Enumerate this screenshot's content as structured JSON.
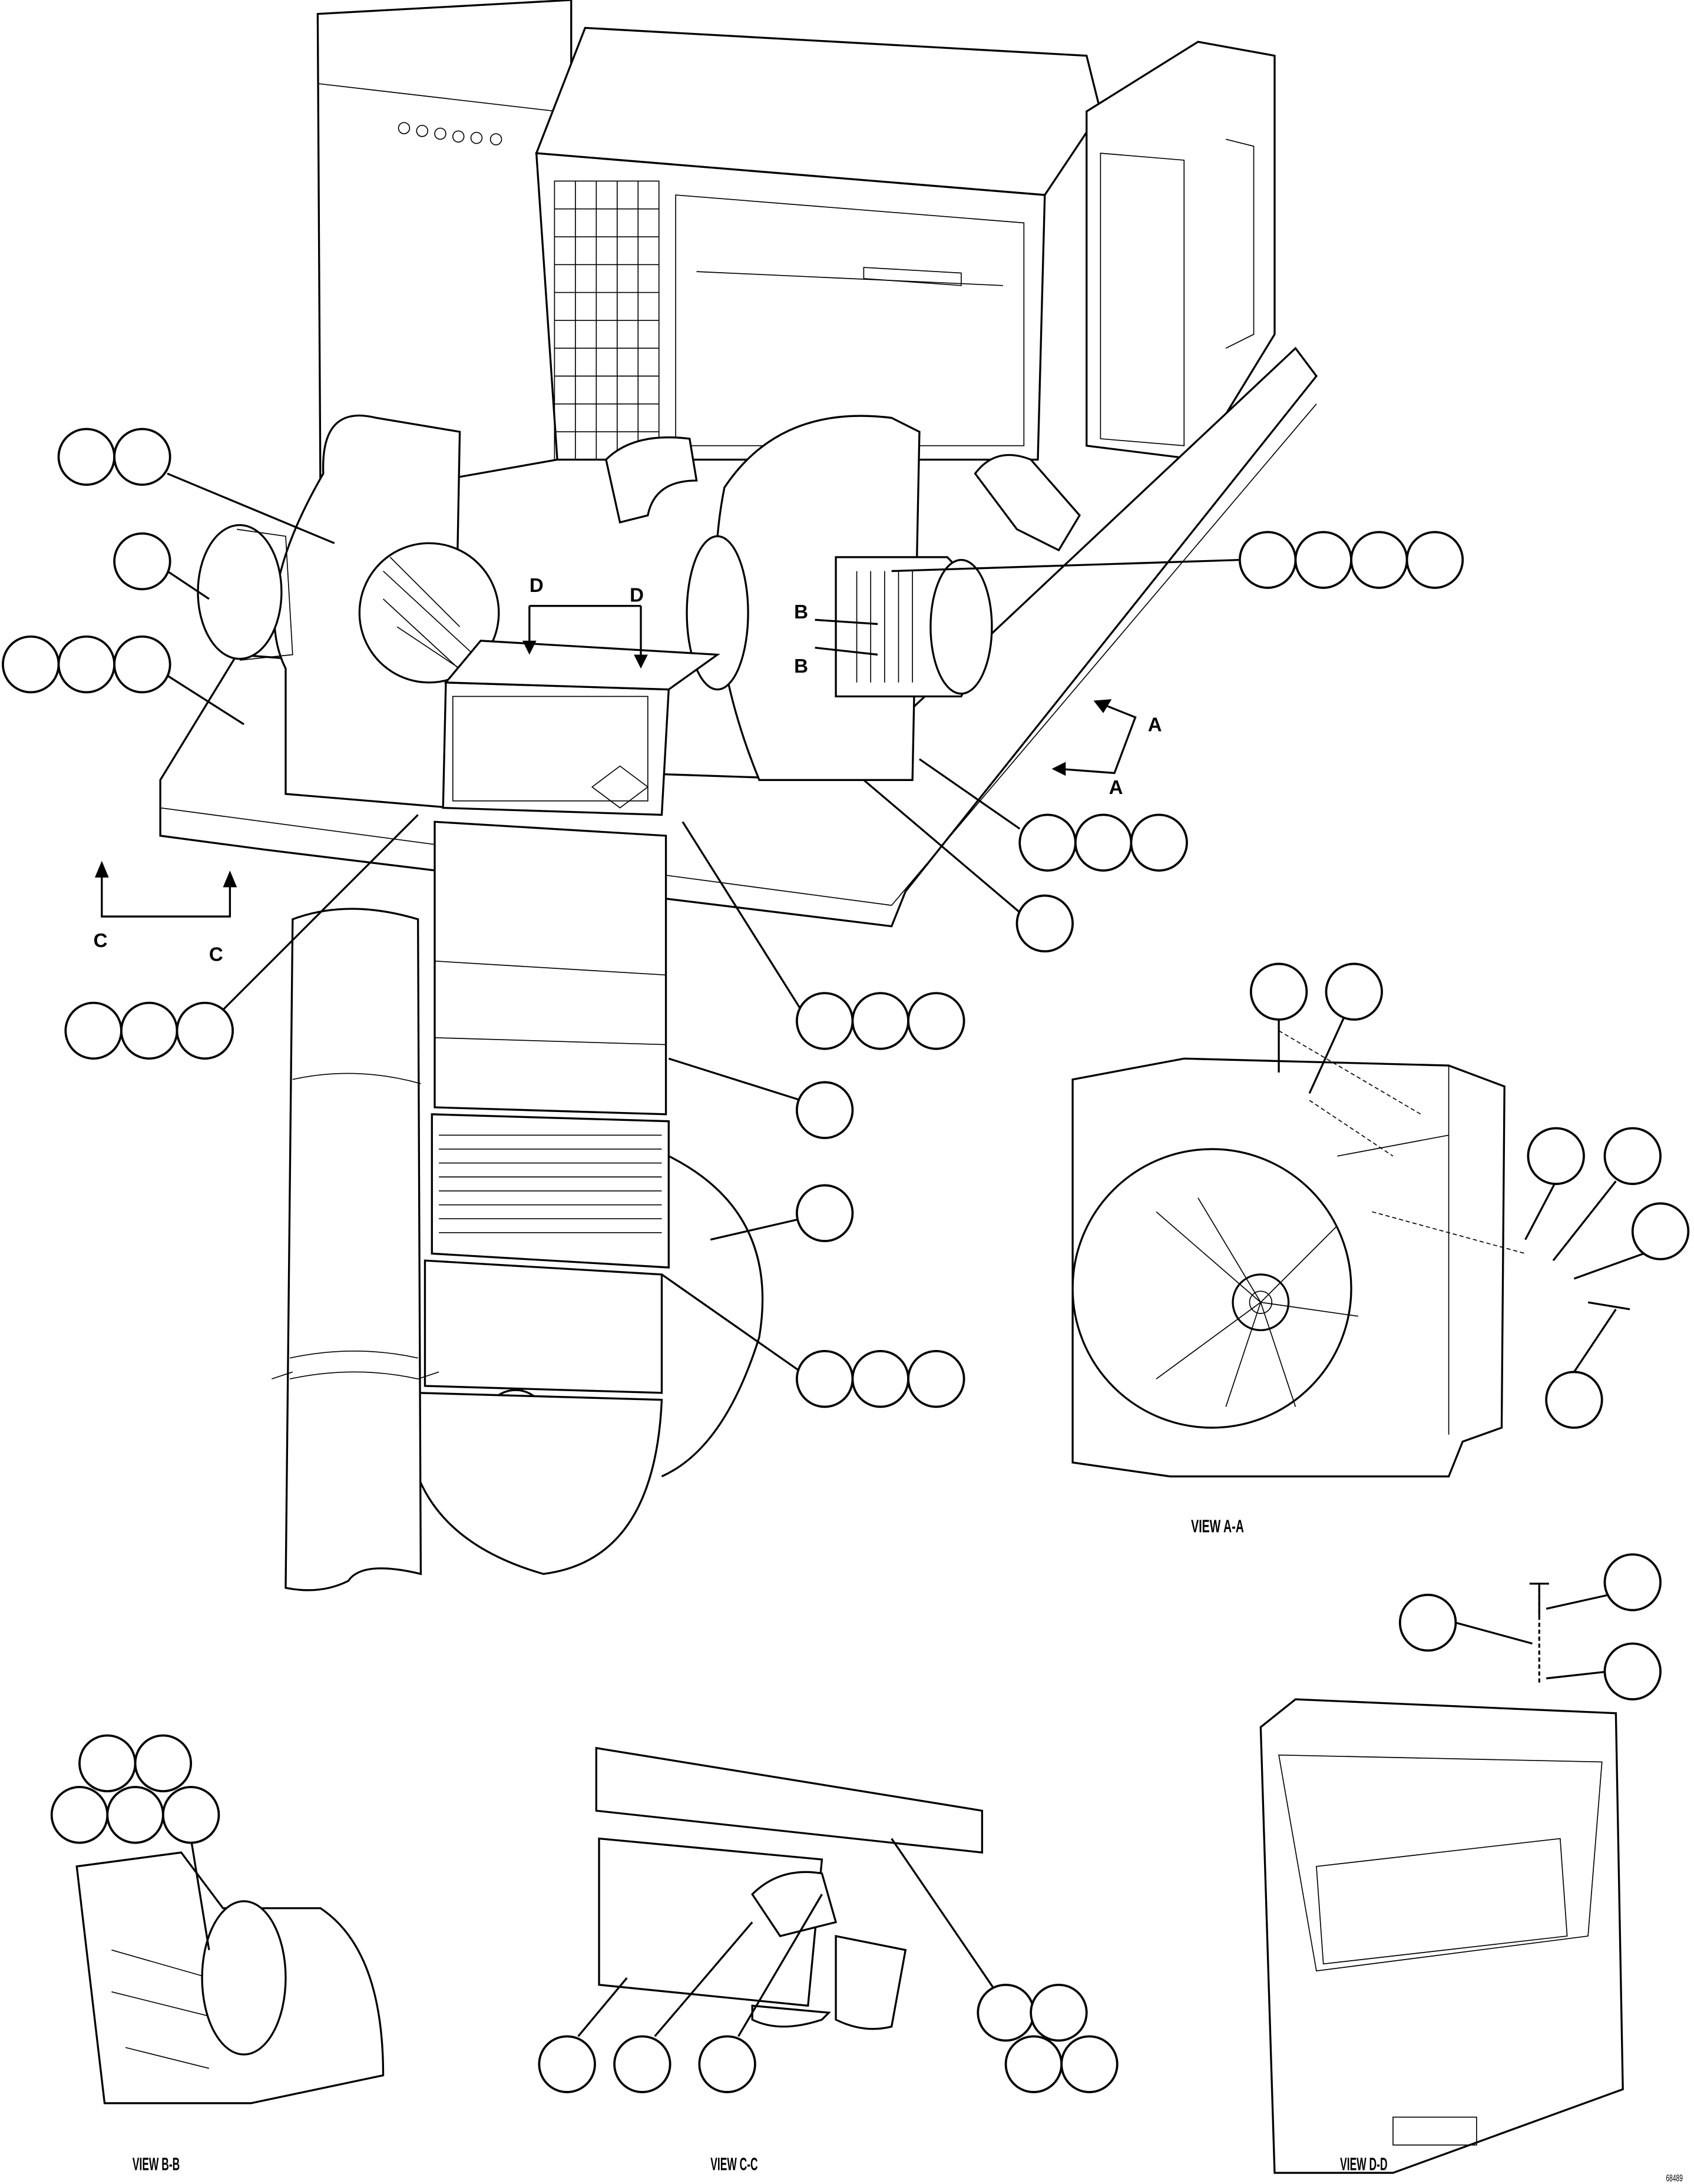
{
  "figure_number": "68489",
  "section_markers": {
    "a": "A",
    "b": "B",
    "c": "C",
    "d": "D"
  },
  "view_labels": {
    "aa": "VIEW A-A",
    "bb": "VIEW B-B",
    "cc": "VIEW C-C",
    "dd": "VIEW D-D"
  }
}
